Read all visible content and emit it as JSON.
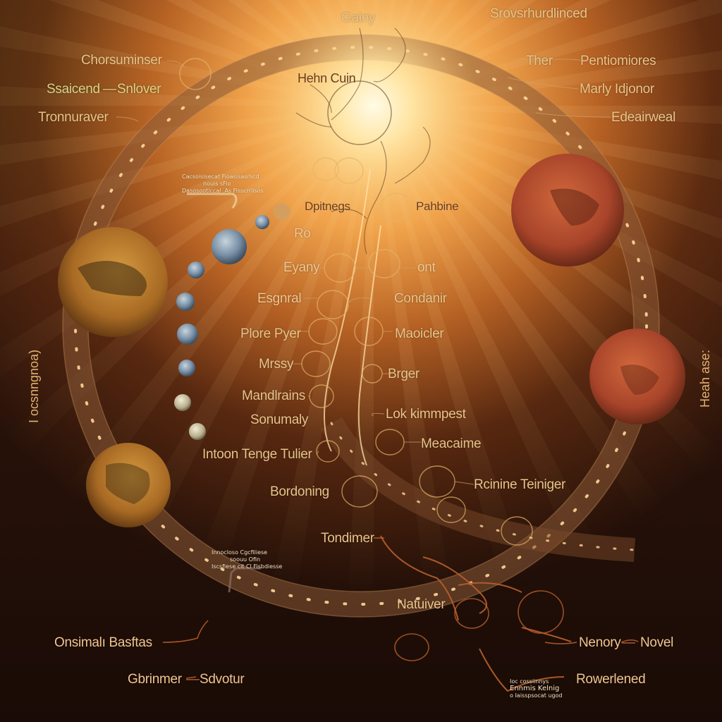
{
  "diagram": {
    "subject": "orbital diagram with sun, planets and labeled nodes",
    "palette": {
      "sun_core": "#fff4cf",
      "glow": "#f0a24a",
      "background_dark": "#1c0d07",
      "ring": "#8a5a36",
      "label_gold": "#e8c48a",
      "connector_copper": "#b8602c",
      "planet_orange": "#c47a24",
      "planet_red": "#b4482a",
      "planet_blue": "#6c8aa4",
      "planet_grey": "#c8c0a0"
    },
    "top_label": "Gainy",
    "sun_label": "Hehn Cuin",
    "left_labels": [
      {
        "text": "Chorsuminser"
      },
      {
        "text": "Ssaicend",
        "connector": "—",
        "pair": "Snlover"
      },
      {
        "text": "Tronnuraver"
      }
    ],
    "right_top_labels": [
      {
        "text": "Srovsrhurdlinced"
      },
      {
        "text": "Ther"
      },
      {
        "text": "Pentiomiores"
      },
      {
        "text": "Marly Idjonor"
      },
      {
        "text": "Edeairweal"
      }
    ],
    "center_labels_left": [
      "Dpitnegs",
      "Ro",
      "Eyany",
      "Esgnral",
      "Plore Pyer",
      "Mrssy",
      "Mandlrains",
      "Sonumaly",
      "Intoon Tenge Tulier",
      "Bordoning",
      "Tondimer",
      "Natuiver"
    ],
    "center_labels_right": [
      "Pahbine",
      "ont",
      "Condanir",
      "Maoicler",
      "Brger",
      "Lok kimmpest",
      "Meacaime",
      "Rcinine Teiniger"
    ],
    "bottom_labels": [
      {
        "text": "Onsimalı Basftas"
      },
      {
        "text": "Gbrinmer",
        "connector": "—",
        "pair": "Sdvotur"
      },
      {
        "text": "Nenory",
        "connector": "—",
        "pair": "Novel"
      },
      {
        "text": "Rowerlened"
      }
    ],
    "side_labels": {
      "left_vertical": "I ocsnngnoa)",
      "right_vertical": "Heah ase:"
    },
    "small_captions": [
      {
        "lines": [
          "Cacsoisisecat Fioasisasrlicd",
          "nouis sFio",
          "Dasosooticcal .As Fisscrrlisos"
        ]
      },
      {
        "lines": [
          "Innocloso Cgcfiliese",
          "soouu Ofin",
          "Iscsfiese cit Cl Fisbdiesse"
        ]
      },
      {
        "lines": [
          "Ioc cossiinnys",
          "Ennmis Kelnig",
          "o Iaisspsocat ugod"
        ]
      }
    ],
    "planets": [
      {
        "name": "orange-planet-upper-left",
        "color": "orange"
      },
      {
        "name": "orange-planet-lower-left",
        "color": "orange"
      },
      {
        "name": "red-planet-upper-right",
        "color": "red"
      },
      {
        "name": "red-planet-right",
        "color": "red"
      },
      {
        "name": "small-moons",
        "count": 9
      }
    ]
  }
}
